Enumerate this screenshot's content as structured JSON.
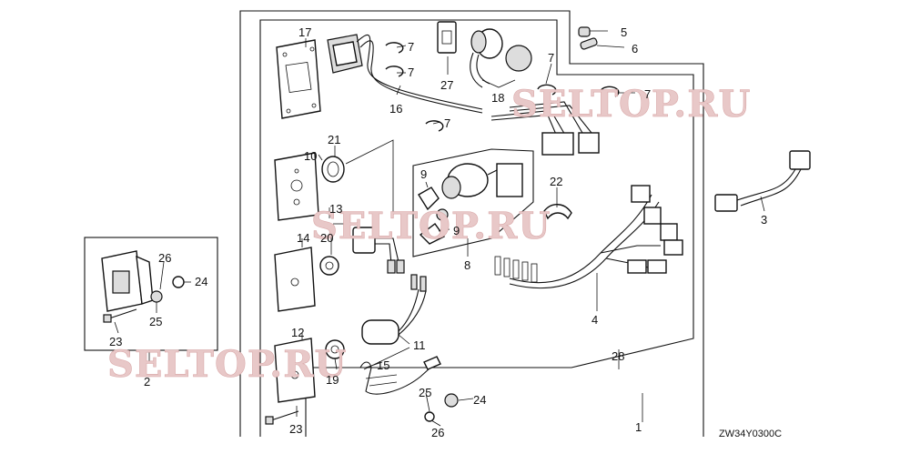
{
  "labels": {
    "p1": "1",
    "p2": "2",
    "p3": "3",
    "p4": "4",
    "p5": "5",
    "p6": "6",
    "p7a": "7",
    "p7b": "7",
    "p7c": "7",
    "p7d": "7",
    "p7e": "7",
    "p8": "8",
    "p9a": "9",
    "p9b": "9",
    "p10": "10",
    "p11": "11",
    "p12": "12",
    "p13": "13",
    "p14": "14",
    "p15": "15",
    "p16": "16",
    "p17": "17",
    "p18": "18",
    "p19": "19",
    "p20": "20",
    "p21": "21",
    "p22": "22",
    "p23a": "23",
    "p23b": "23",
    "p24a": "24",
    "p24b": "24",
    "p25a": "25",
    "p25b": "25",
    "p26a": "26",
    "p26b": "26",
    "p27": "27",
    "p28": "28"
  },
  "diagram_code": "ZW34Y0300C",
  "watermarks": [
    "SELTOP.RU",
    "SELTOP.RU",
    "SELTOP.RU"
  ]
}
